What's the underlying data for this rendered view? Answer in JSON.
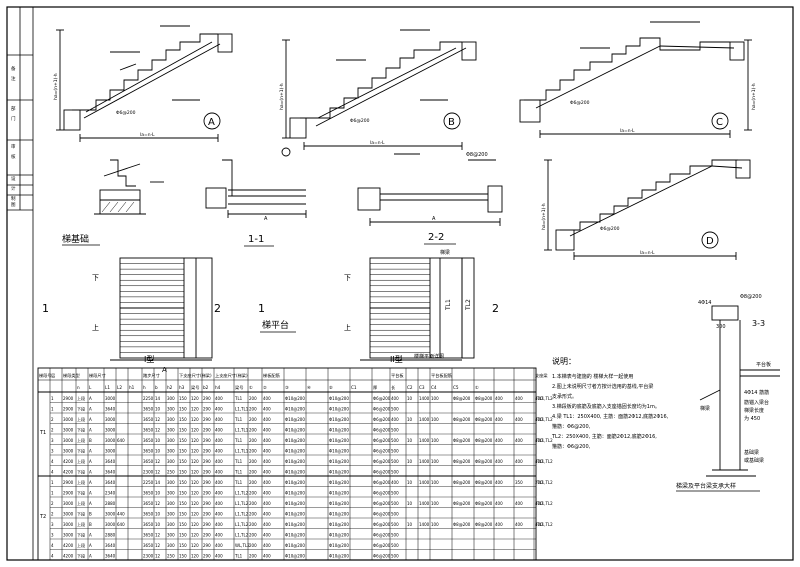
{
  "drawing": {
    "line_color": "#000000",
    "hatch_color": "#000000",
    "background": "#ffffff"
  },
  "title_block": {
    "side_labels": [
      "备",
      "注",
      "部",
      "门",
      "审",
      "核",
      "设",
      "计",
      "制",
      "图"
    ]
  },
  "details": {
    "stair_a": {
      "mark": "A",
      "dim_ha": "ha=(n+1)·h",
      "dim_l": "la=n·L",
      "bar": "Φ6@200"
    },
    "stair_b": {
      "mark": "B",
      "dim_ha": "ha=(n+1)·h",
      "dim_l": "la=n·L",
      "bar": "Φ6@200"
    },
    "stair_c": {
      "mark": "C",
      "dim_ha": "ha=(n+1)·h",
      "dim_l": "la=n·L",
      "bar": "Φ6@200"
    },
    "stair_d": {
      "mark": "D",
      "dim_ha": "ha=(n+1)·h",
      "dim_l": "la=n·L",
      "bar": "Φ6@200"
    },
    "foundation_title": "梯基础",
    "section_11_title": "1-1",
    "section_22_title": "2-2",
    "platform_title": "梯平台",
    "platform_bar": "Φ8@200",
    "type1_label": "I型",
    "type2_label": "II型",
    "plan_legend": "楼梯平面详图",
    "plan_dim_a": "A",
    "plan_up": "上",
    "plan_down": "下",
    "plan_tl1": "TL1",
    "plan_tl2": "TL2",
    "stair_label": "梯梁",
    "section_mark_1": "1",
    "section_mark_2": "2"
  },
  "notes": {
    "title": "说明：",
    "lines": [
      "1.本梯表与建施的 楼梯大样一起使用",
      "2.图上未说明尺寸者方按计选用的基线,平台梁",
      "  支承形式。",
      "3.梯段板的底筋及底筋入支座锚固长度均为1m。",
      "4.梁   TL1：250X400,    主筋：面筋2Φ12,底筋2Φ16,",
      "                         箍筋：Φ6@200,",
      "       TL2：250X400,    主筋：面筋2Φ12,底筋2Φ16,",
      "                         箍筋：Φ6@200,"
    ]
  },
  "detail_33": {
    "title": "3-3",
    "top_bar": "Φ8@200",
    "side_bar": "4Φ14",
    "dim": "300",
    "label_slab": "平台板",
    "label_beam": "梯梁",
    "label_ref": "4Φ14 筋筋",
    "label_anchor1": "筋锚入梁台",
    "label_anchor2": "梯梁长度",
    "label_anchor3": "为 450",
    "label_base": "基础梁",
    "label_base2": "或基础梁",
    "caption": "梯梁及平台梁支承大样"
  },
  "table": {
    "headers": [
      "梯段号",
      "层",
      "梯段类型",
      "梯段尺寸",
      "踏步尺寸",
      "下支座尺寸(梯梁)",
      "上支座尺寸(梯梁)",
      "梯板配筋",
      "平台板",
      "平台板配筋",
      "支座梁"
    ],
    "sub_headers": [
      "n",
      "L",
      "L1",
      "L2",
      "h1",
      "h",
      "b",
      "h2",
      "h3",
      "梁号",
      "b2",
      "h4",
      "梁号",
      "①",
      "②",
      "③",
      "④",
      "⑤",
      "C1",
      "厚",
      "长",
      "C2",
      "C3",
      "C4",
      "C5",
      "①"
    ],
    "group1_label": "T1",
    "group2_label": "T2",
    "rows": [
      [
        "1",
        "2900",
        "上段",
        "A",
        "3000",
        "",
        "",
        "2250",
        "14",
        "300",
        "150",
        "120",
        "290",
        "400",
        "TL1",
        "200",
        "400",
        "Φ10@200",
        "",
        "Φ10@200",
        "",
        "Φ6@200",
        "400",
        "10",
        "1400",
        "100",
        "Φ8@200",
        "Φ8@200",
        "400",
        "400",
        "400",
        "TL1,TL2"
      ],
      [
        "1",
        "2900",
        "下段",
        "A",
        "3640",
        "",
        "",
        "3650",
        "10",
        "300",
        "150",
        "120",
        "290",
        "400",
        "L1,TL1",
        "200",
        "400",
        "Φ10@200",
        "",
        "Φ10@200",
        "",
        "Φ6@200",
        "500",
        "",
        "",
        "",
        "",
        "",
        "",
        "",
        "",
        ""
      ],
      [
        "2",
        "3000",
        "上段",
        "A",
        "3000",
        "",
        "",
        "3650",
        "12",
        "300",
        "150",
        "120",
        "290",
        "400",
        "TL1",
        "200",
        "400",
        "Φ10@200",
        "",
        "Φ10@200",
        "",
        "Φ6@200",
        "400",
        "10",
        "1400",
        "100",
        "Φ8@200",
        "Φ8@200",
        "400",
        "400",
        "400",
        "TL1,TL2"
      ],
      [
        "2",
        "3000",
        "下段",
        "A",
        "3000",
        "",
        "",
        "3650",
        "12",
        "300",
        "150",
        "120",
        "290",
        "400",
        "L1,TL1",
        "200",
        "400",
        "Φ10@200",
        "",
        "Φ10@200",
        "",
        "Φ6@200",
        "500",
        "",
        "",
        "",
        "",
        "",
        "",
        "",
        "",
        ""
      ],
      [
        "3",
        "3000",
        "上段",
        "B",
        "3000",
        "640",
        "",
        "3650",
        "10",
        "300",
        "150",
        "120",
        "290",
        "400",
        "TL1",
        "200",
        "400",
        "Φ10@200",
        "",
        "Φ10@200",
        "",
        "Φ6@200",
        "500",
        "10",
        "1400",
        "100",
        "Φ8@200",
        "Φ8@200",
        "400",
        "400",
        "400",
        "TL1,TL2"
      ],
      [
        "3",
        "3000",
        "下段",
        "A",
        "3000",
        "",
        "",
        "3650",
        "10",
        "300",
        "150",
        "120",
        "290",
        "400",
        "L1,TL1",
        "200",
        "400",
        "Φ10@200",
        "",
        "Φ10@200",
        "",
        "Φ6@200",
        "500",
        "",
        "",
        "",
        "",
        "",
        "",
        "",
        "",
        ""
      ],
      [
        "4",
        "4200",
        "上段",
        "A",
        "3640",
        "",
        "",
        "3650",
        "12",
        "300",
        "150",
        "120",
        "290",
        "400",
        "TL1",
        "200",
        "400",
        "Φ10@200",
        "",
        "Φ10@200",
        "",
        "Φ6@200",
        "500",
        "10",
        "1400",
        "100",
        "Φ8@200",
        "Φ8@200",
        "400",
        "400",
        "400",
        "TL1,TL2"
      ],
      [
        "4",
        "4200",
        "下段",
        "A",
        "3640",
        "",
        "",
        "2300",
        "12",
        "250",
        "150",
        "120",
        "290",
        "400",
        "TL1",
        "200",
        "400",
        "Φ10@200",
        "",
        "Φ10@200",
        "",
        "Φ6@200",
        "500",
        "",
        "",
        "",
        "",
        "",
        "",
        "",
        "",
        ""
      ],
      [
        "1",
        "2900",
        "上段",
        "A",
        "3640",
        "",
        "",
        "2250",
        "14",
        "300",
        "150",
        "120",
        "290",
        "400",
        "TL1",
        "200",
        "400",
        "Φ10@200",
        "",
        "Φ10@200",
        "",
        "Φ6@200",
        "400",
        "10",
        "1400",
        "100",
        "Φ8@200",
        "Φ8@200",
        "400",
        "350",
        "200",
        "TL1,TL2"
      ],
      [
        "1",
        "2900",
        "下段",
        "A",
        "2340",
        "",
        "",
        "3650",
        "10",
        "300",
        "150",
        "120",
        "290",
        "400",
        "L1,TL2",
        "200",
        "400",
        "Φ10@200",
        "",
        "Φ10@200",
        "",
        "Φ6@200",
        "500",
        "",
        "",
        "",
        "",
        "",
        "",
        "",
        "",
        ""
      ],
      [
        "2",
        "3000",
        "上段",
        "A",
        "2880",
        "",
        "",
        "3650",
        "12",
        "300",
        "150",
        "120",
        "290",
        "400",
        "L1,TL2",
        "200",
        "400",
        "Φ10@200",
        "",
        "Φ10@200",
        "",
        "Φ6@200",
        "500",
        "10",
        "1400",
        "100",
        "Φ8@200",
        "Φ8@200",
        "400",
        "400",
        "400",
        "TL1,TL2"
      ],
      [
        "2",
        "3000",
        "下段",
        "B",
        "3000",
        "440",
        "",
        "3650",
        "10",
        "300",
        "150",
        "120",
        "290",
        "400",
        "L1,TL2",
        "200",
        "400",
        "Φ10@200",
        "",
        "Φ10@200",
        "",
        "Φ6@200",
        "500",
        "",
        "",
        "",
        "",
        "",
        "",
        "",
        "",
        ""
      ],
      [
        "3",
        "3000",
        "上段",
        "B",
        "3000",
        "640",
        "",
        "3650",
        "10",
        "300",
        "150",
        "120",
        "290",
        "400",
        "L1,TL2",
        "200",
        "400",
        "Φ10@200",
        "",
        "Φ10@200",
        "",
        "Φ6@200",
        "500",
        "10",
        "1400",
        "100",
        "Φ8@200",
        "Φ8@200",
        "400",
        "400",
        "400",
        "TL1,TL2"
      ],
      [
        "3",
        "3000",
        "下段",
        "A",
        "2880",
        "",
        "",
        "3650",
        "12",
        "300",
        "150",
        "120",
        "290",
        "400",
        "L1,TL2",
        "200",
        "400",
        "Φ10@200",
        "",
        "Φ10@200",
        "",
        "Φ6@200",
        "500",
        "",
        "",
        "",
        "",
        "",
        "",
        "",
        "",
        ""
      ],
      [
        "4",
        "4200",
        "上段",
        "A",
        "3640",
        "",
        "",
        "3650",
        "12",
        "300",
        "150",
        "120",
        "290",
        "400",
        "WL,TL2",
        "200",
        "400",
        "Φ10@200",
        "",
        "Φ10@200",
        "",
        "Φ6@200",
        "500",
        "",
        "",
        "",
        "",
        "",
        "",
        "",
        "",
        ""
      ],
      [
        "4",
        "4200",
        "下段",
        "A",
        "3640",
        "",
        "",
        "2300",
        "12",
        "250",
        "150",
        "120",
        "290",
        "400",
        "TL1",
        "200",
        "400",
        "Φ10@200",
        "",
        "Φ10@200",
        "",
        "Φ6@200",
        "500",
        "",
        "",
        "",
        "",
        "",
        "",
        "",
        "",
        ""
      ]
    ]
  }
}
